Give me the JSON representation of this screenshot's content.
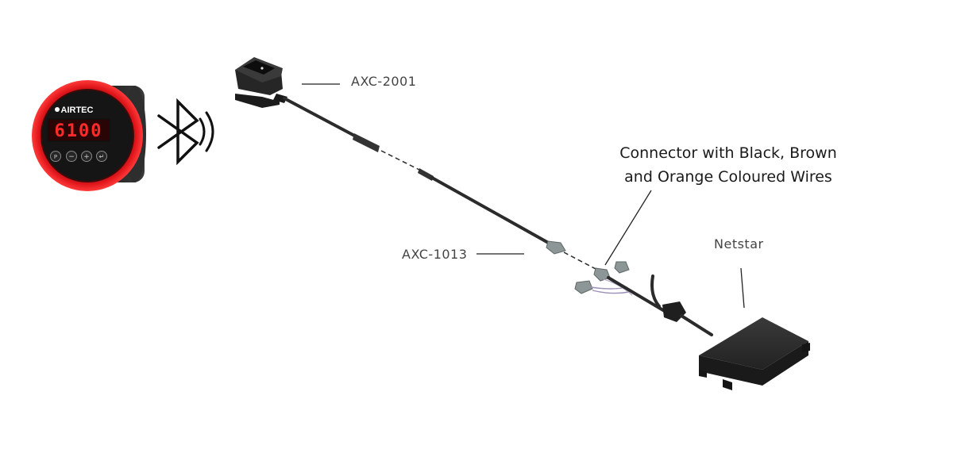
{
  "gauge": {
    "brand": "AIRTEC",
    "display": "6100",
    "buttons": [
      "P",
      "−",
      "+",
      "↵"
    ]
  },
  "labels": {
    "axc2001": "AXC-2001",
    "axc1013": "AXC-1013",
    "netstar": "Netstar",
    "connector_line1": "Connector with Black, Brown",
    "connector_line2": "and Orange Coloured Wires"
  },
  "colors": {
    "gauge_ring": "#e0161b",
    "display_digits": "#ff2a2a",
    "cable": "#2b2b2b",
    "connector_grey": "#8c9696"
  },
  "icons": {
    "wireless": "bluetooth-icon"
  }
}
